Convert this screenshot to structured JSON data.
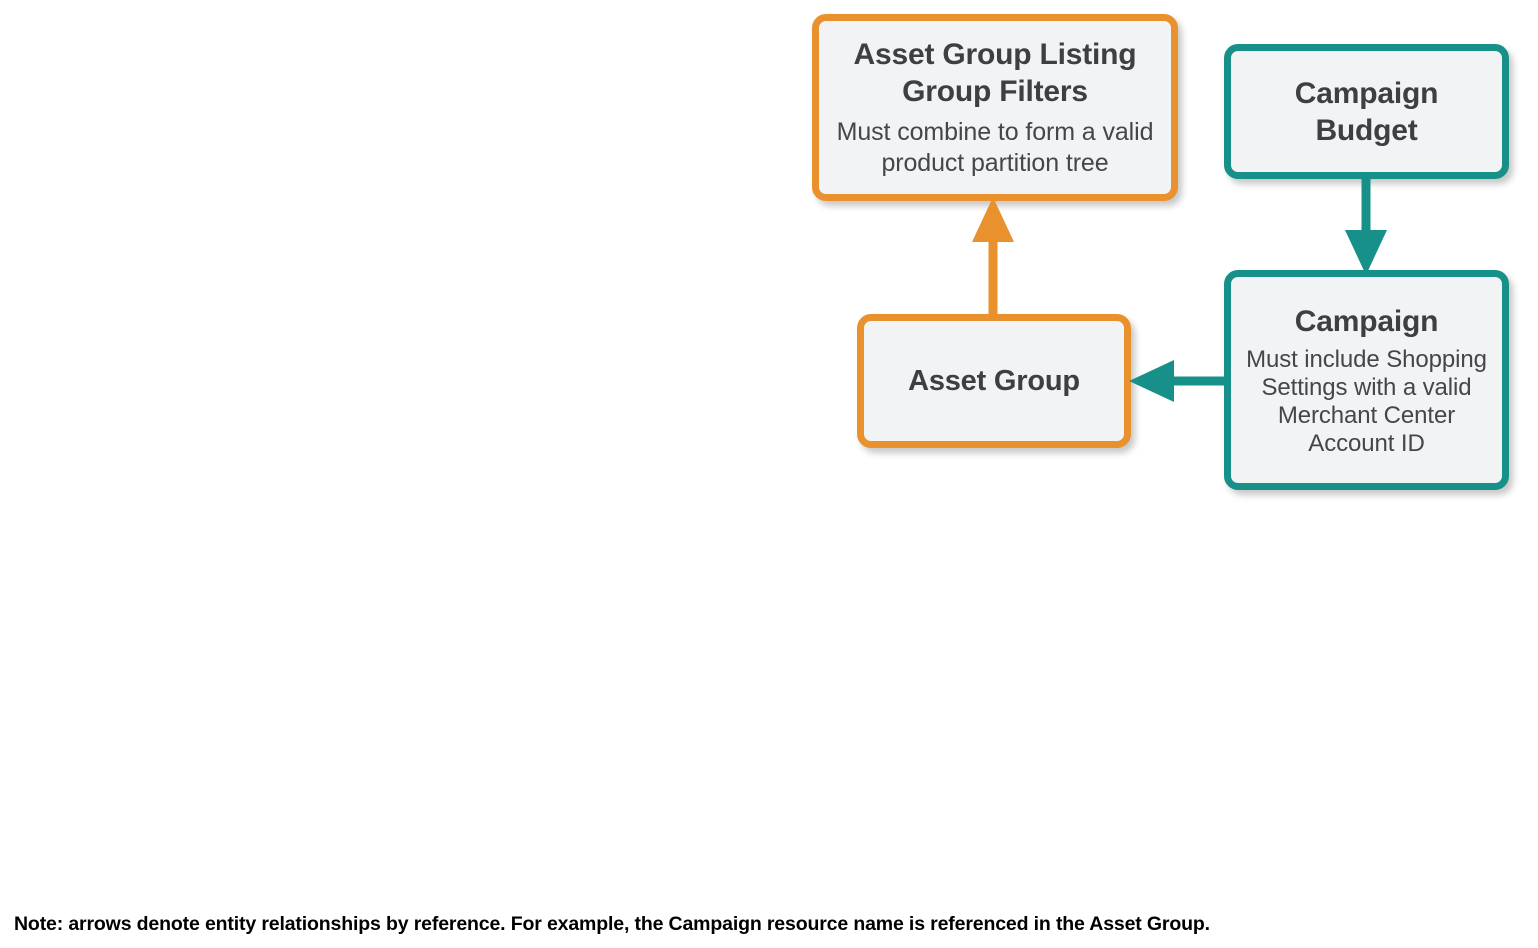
{
  "diagram": {
    "colors": {
      "orange": "#E8912D",
      "teal": "#18908A",
      "node_fill": "#F1F3F4",
      "title_text": "#3C4043",
      "subtitle_text": "#44474A",
      "background": "#FFFFFF",
      "note_text": "#000000"
    },
    "nodes": [
      {
        "id": "asset-group-listing-group-filters",
        "title": "Asset Group Listing Group Filters",
        "subtitle": "Must combine to form a valid product partition tree",
        "accent": "#E8912D"
      },
      {
        "id": "campaign-budget",
        "title": "Campaign Budget",
        "subtitle": "",
        "accent": "#18908A"
      },
      {
        "id": "asset-group",
        "title": "Asset Group",
        "subtitle": "",
        "accent": "#E8912D"
      },
      {
        "id": "campaign",
        "title": "Campaign",
        "subtitle": "Must include Shopping Settings with a valid Merchant Center Account ID",
        "accent": "#18908A"
      }
    ],
    "edges": [
      {
        "id": "asset-group-to-listing-group-filters",
        "from": "asset-group",
        "to": "asset-group-listing-group-filters",
        "direction": "up",
        "color": "#E8912D"
      },
      {
        "id": "campaign-budget-to-campaign",
        "from": "campaign-budget",
        "to": "campaign",
        "direction": "down",
        "color": "#18908A"
      },
      {
        "id": "campaign-to-asset-group",
        "from": "campaign",
        "to": "asset-group",
        "direction": "left",
        "color": "#18908A"
      }
    ],
    "note": "Note: arrows denote entity relationships by reference. For example, the Campaign resource name is referenced in the Asset Group."
  }
}
